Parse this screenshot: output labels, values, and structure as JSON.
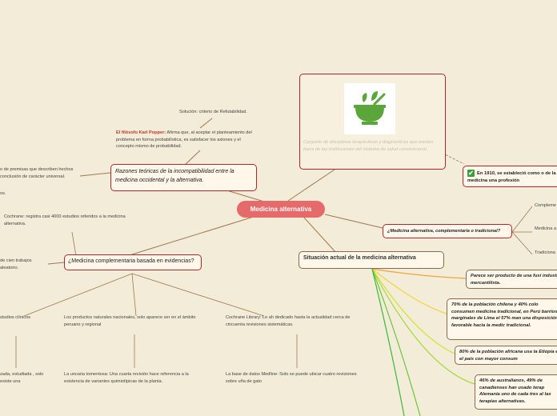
{
  "center": "Medicina alternativa",
  "top_node": {
    "description": "Conjunto de disciplinas terapéuticas y diagnósticas que existen fuera de las instituciones del sistema de salud convencional.",
    "icon": "mortar-pestle-herbs-icon"
  },
  "razones": {
    "title": "Razones teóricas de la incompatibilidad entre la medicina occidental y la alternativa.",
    "popper_label": "El filósofo Karl Popper:",
    "popper_text": "Afirma que, al aceptar el planteamiento del problema en forma probabilística, es satisfacer los axiones y el concepto mismo de probabilidad.",
    "solucion": "Solución: criterio de Refutabilidad.",
    "left_text": "o de premisas que describen hechos conclusión de carácter universal.",
    "left_short": "os."
  },
  "evidencias": {
    "title": "¿Medicina complementaria basada en evidencias?",
    "cochrane": "Cochrane: registra casi 4000 estudios referidos a la medicina alternativa.",
    "left_trabajos": "de cien trabajos aleatorio.",
    "estudios_clinicos": "studios clínicos",
    "productos": "Los productos naturales nacionales, solo aparece ser en el ámbito peruano y regional",
    "cochrane_library": "Cochrane Library: Le ah dedicado hasta la actualidad cerca de cincuenta revisiones sistemáticas.",
    "una_rev": "La uncaria tomentosa: Una cuarta revisión hace referencia a la existencia de variantes quimiotípicas de la planta.",
    "medline": "La base de datos Medline: Solo se puede ubicar cuatro revisiones sobre uña de gato",
    "left_bottom": "zada, estudiada , solo existe una"
  },
  "complementaria": {
    "title": "¿Medicina alternativa, complementaria o tradicional?",
    "items": [
      "Compleme",
      "Medicina a",
      "Tradiciona"
    ]
  },
  "year_1910": "En 1910, se estableció como o de la medicina una profesión",
  "situacion": {
    "title": "Situación actual de la medicina alternativa",
    "items": [
      "Parece ser producto de una fusi industrial-mercantilista.",
      "70% de la población chilena y 40% colo consumen medicina tradicional, en Perú barrios marginales de Lima el 57% man una disposición favorable hacia la medic tradicional.",
      "80% de la población africana usa ta Etiopía es el país con mayor consum",
      "46% de australianos, 49% de canadienses han usado terap Alemania uno de cada tres al las terapias alternativas."
    ]
  },
  "colors": {
    "background": "#f2ecd8",
    "center": "#e66a6a",
    "border_red": "#b3262d",
    "link": "#a07850",
    "icon_green": "#5aa63a"
  }
}
